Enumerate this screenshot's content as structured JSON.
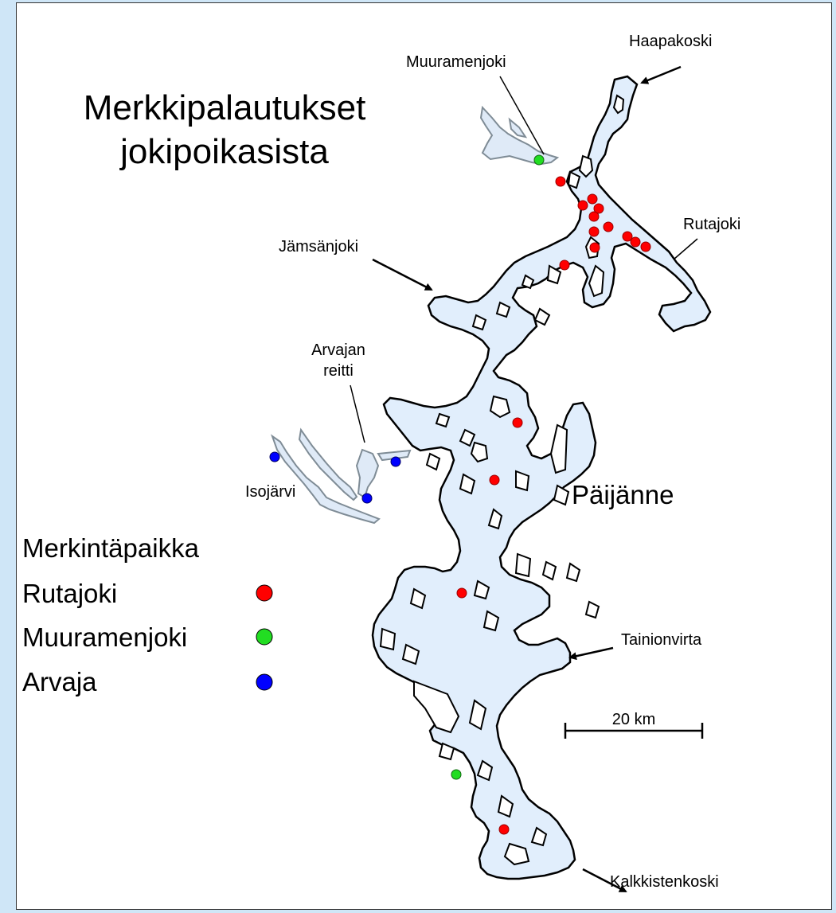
{
  "title_line1": "Merkkipalautukset",
  "title_line2": "jokipoikasista",
  "lake_name": "Päijänne",
  "labels": {
    "haapakoski": "Haapakoski",
    "muuramenjoki": "Muuramenjoki",
    "rutajoki": "Rutajoki",
    "jamsanjoki": "Jämsänjoki",
    "arvajan_line1": "Arvajan",
    "arvajan_line2": "reitti",
    "isojarvi": "Isojärvi",
    "tainionvirta": "Tainionvirta",
    "kalkkistenkoski": "Kalkkistenkoski"
  },
  "scale_label": "20 km",
  "legend": {
    "heading": "Merkintäpaikka",
    "items": [
      {
        "label": "Rutajoki",
        "color": "#ff0000"
      },
      {
        "label": "Muuramenjoki",
        "color": "#22dd22"
      },
      {
        "label": "Arvaja",
        "color": "#0000ff"
      }
    ]
  },
  "colors": {
    "background": "#cfe6f7",
    "water": "#e1eefc",
    "shore": "#000000",
    "isojarvi_water": "#dfeaf7",
    "isojarvi_shore": "#7f8c96"
  }
}
